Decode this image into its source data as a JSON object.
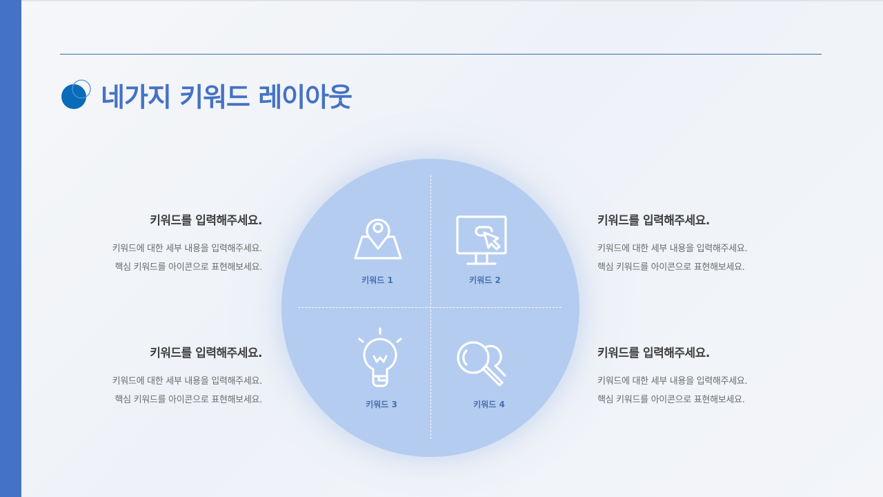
{
  "page": {
    "title": "네가지 키워드 레이아웃",
    "accent_color": "#4472c4",
    "circle_color": "#b4ccf0"
  },
  "quadrants": [
    {
      "label": "키워드 1",
      "icon": "map-pin-icon"
    },
    {
      "label": "키워드 2",
      "icon": "monitor-click-icon"
    },
    {
      "label": "키워드 3",
      "icon": "lightbulb-icon"
    },
    {
      "label": "키워드 4",
      "icon": "magnifier-icon"
    }
  ],
  "blocks": [
    {
      "heading": "키워드를 입력해주세요.",
      "line1": "키워드에 대한 세부 내용을 입력해주세요.",
      "line2": "핵심 키워드를 아이콘으로 표현해보세요."
    },
    {
      "heading": "키워드를 입력해주세요.",
      "line1": "키워드에 대한 세부 내용을 입력해주세요.",
      "line2": "핵심 키워드를 아이콘으로 표현해보세요."
    },
    {
      "heading": "키워드를 입력해주세요.",
      "line1": "키워드에 대한 세부 내용을 입력해주세요.",
      "line2": "핵심 키워드를 아이콘으로 표현해보세요."
    },
    {
      "heading": "키워드를 입력해주세요.",
      "line1": "키워드에 대한 세부 내용을 입력해주세요.",
      "line2": "핵심 키워드를 아이콘으로 표현해보세요."
    }
  ]
}
